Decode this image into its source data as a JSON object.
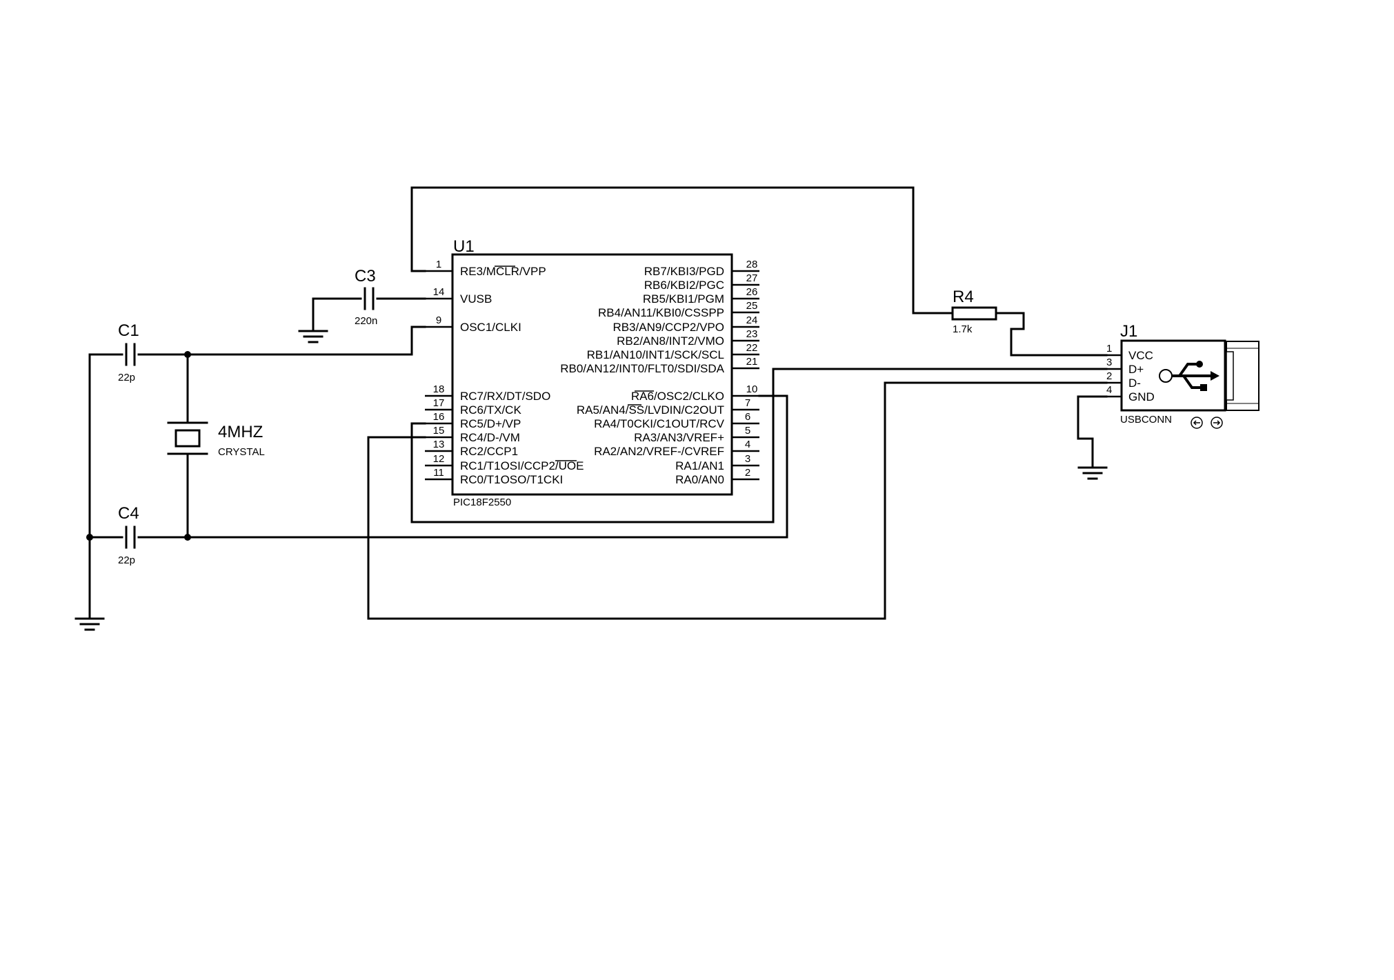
{
  "u1": {
    "ref": "U1",
    "part": "PIC18F2550",
    "left_pins": [
      {
        "num": "1",
        "name": "RE3/MCLR/VPP"
      },
      {
        "num": "14",
        "name": "VUSB"
      },
      {
        "num": "9",
        "name": "OSC1/CLKI"
      },
      {
        "num": "18",
        "name": "RC7/RX/DT/SDO"
      },
      {
        "num": "17",
        "name": "RC6/TX/CK"
      },
      {
        "num": "16",
        "name": "RC5/D+/VP"
      },
      {
        "num": "15",
        "name": "RC4/D-/VM"
      },
      {
        "num": "13",
        "name": "RC2/CCP1"
      },
      {
        "num": "12",
        "name": "RC1/T1OSI/CCP2/UOE"
      },
      {
        "num": "11",
        "name": "RC0/T1OSO/T1CKI"
      }
    ],
    "right_pins": [
      {
        "num": "28",
        "name": "RB7/KBI3/PGD"
      },
      {
        "num": "27",
        "name": "RB6/KBI2/PGC"
      },
      {
        "num": "26",
        "name": "RB5/KBI1/PGM"
      },
      {
        "num": "25",
        "name": "RB4/AN11/KBI0/CSSPP"
      },
      {
        "num": "24",
        "name": "RB3/AN9/CCP2/VPO"
      },
      {
        "num": "23",
        "name": "RB2/AN8/INT2/VMO"
      },
      {
        "num": "22",
        "name": "RB1/AN10/INT1/SCK/SCL"
      },
      {
        "num": "21",
        "name": "RB0/AN12/INT0/FLT0/SDI/SDA"
      },
      {
        "num": "10",
        "name": "RA6/OSC2/CLKO"
      },
      {
        "num": "7",
        "name": "RA5/AN4/SS/LVDIN/C2OUT"
      },
      {
        "num": "6",
        "name": "RA4/T0CKI/C1OUT/RCV"
      },
      {
        "num": "5",
        "name": "RA3/AN3/VREF+"
      },
      {
        "num": "4",
        "name": "RA2/AN2/VREF-/CVREF"
      },
      {
        "num": "3",
        "name": "RA1/AN1"
      },
      {
        "num": "2",
        "name": "RA0/AN0"
      }
    ]
  },
  "c1": {
    "ref": "C1",
    "value": "22p"
  },
  "c3": {
    "ref": "C3",
    "value": "220n"
  },
  "c4": {
    "ref": "C4",
    "value": "22p"
  },
  "x1": {
    "value": "4MHZ",
    "type": "CRYSTAL"
  },
  "r4": {
    "ref": "R4",
    "value": "1.7k"
  },
  "j1": {
    "ref": "J1",
    "part": "USBCONN",
    "pins": [
      {
        "num": "1",
        "name": "VCC"
      },
      {
        "num": "3",
        "name": "D+"
      },
      {
        "num": "2",
        "name": "D-"
      },
      {
        "num": "4",
        "name": "GND"
      }
    ]
  }
}
